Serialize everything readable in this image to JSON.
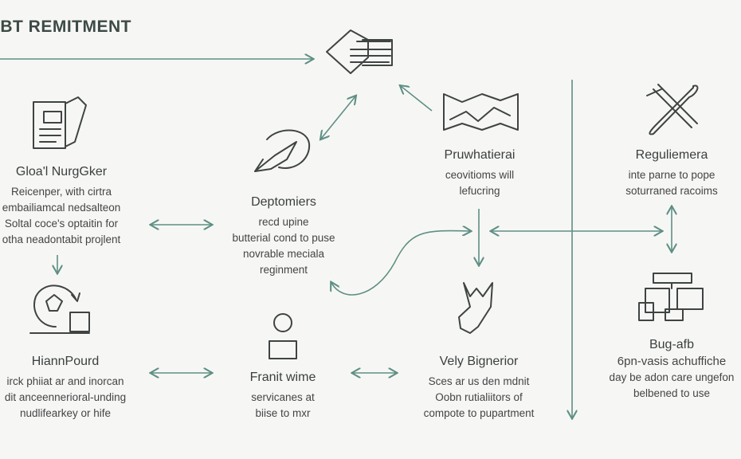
{
  "title": "IBT REMITMENT",
  "colors": {
    "line": "#5f8f84",
    "text": "#3a3f3d",
    "background": "#f6f7f5"
  },
  "nodes": [
    {
      "id": "global",
      "icon": "document-stack-icon",
      "heading": "Gloa'l NurgGker",
      "lines": [
        "Reicenper, with cirtra",
        "embailiamcal nedsalteon",
        "Soltal coce's optaitin for",
        "otha neadontabit projlent"
      ]
    },
    {
      "id": "deptomiers",
      "icon": "rocket-icon",
      "heading": "Deptomiers",
      "lines": [
        "recd upine",
        "butterial cond to puse",
        "novrable meciala",
        "reginment"
      ]
    },
    {
      "id": "pruwhatierai",
      "icon": "map-icon",
      "heading": "Pruwhatierai",
      "lines": [
        "ceovitioms will",
        "lefucring"
      ]
    },
    {
      "id": "reguliemera",
      "icon": "tools-icon",
      "heading": "Reguliemera",
      "lines": [
        "inte parne to pope",
        "soturraned racoims"
      ]
    },
    {
      "id": "hiannpourd",
      "icon": "refresh-laptop-icon",
      "heading": "HiannPourd",
      "lines": [
        "irck phiiat ar and inorcan",
        "dit anceennerioral-unding",
        "nudlifearkey or hife"
      ]
    },
    {
      "id": "franit",
      "icon": "person-icon",
      "heading": "Franit wime",
      "lines": [
        "servicanes at",
        "biise to mxr"
      ]
    },
    {
      "id": "vely",
      "icon": "bug-icon",
      "heading": "Vely Bignerior",
      "lines": [
        "Sces ar us den mdnit",
        "Oobn rutialiitors of",
        "compote to pupartment"
      ]
    },
    {
      "id": "bug",
      "icon": "flowchart-icon",
      "heading": "Bug-afb",
      "lines": [
        "6pn-vasis achuffiche",
        "day be adon care ungefon",
        "belbened to use"
      ]
    }
  ]
}
